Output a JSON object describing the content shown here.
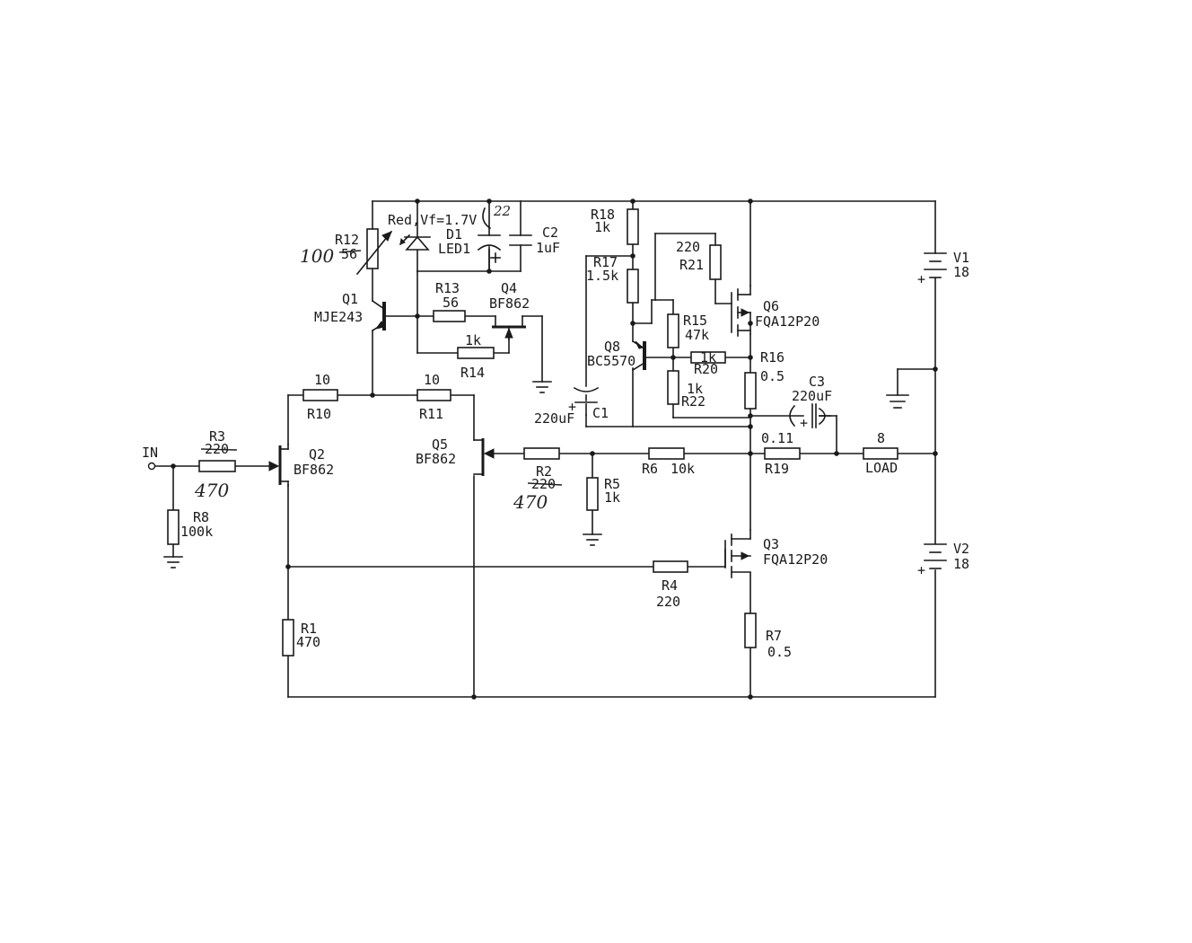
{
  "labels": {
    "in": "IN",
    "r12_name": "R12",
    "r12_orig": "56",
    "r12_hand": "100",
    "d1_note": "Red,Vf=1.7V",
    "d1_name": "D1",
    "d1_type": "LED1",
    "hand_22": "22",
    "c2_name": "C2",
    "c2_val": "1uF",
    "q1_name": "Q1",
    "q1_type": "MJE243",
    "r13_name": "R13",
    "r13_val": "56",
    "q4_name": "Q4",
    "q4_type": "BF862",
    "r14_val": "1k",
    "r14_name": "R14",
    "r10_val": "10",
    "r10_name": "R10",
    "r11_val": "10",
    "r11_name": "R11",
    "r3_name": "R3",
    "r3_orig": "220",
    "r3_hand": "470",
    "q2_name": "Q2",
    "q2_type": "BF862",
    "q5_name": "Q5",
    "q5_type": "BF862",
    "r8_name": "R8",
    "r8_val": "100k",
    "r2_name": "R2",
    "r2_orig": "220",
    "r2_hand": "470",
    "r5_name": "R5",
    "r5_val": "1k",
    "r6_name": "R6",
    "r6_val": "10k",
    "r18_name": "R18",
    "r18_val": "1k",
    "r17_name": "R17",
    "r17_val": "1.5k",
    "q8_name": "Q8",
    "q8_type": "BC5570",
    "c1_val": "220uF",
    "c1_name": "C1",
    "r21_val": "220",
    "r21_name": "R21",
    "r15_name": "R15",
    "r15_val": "47k",
    "r20_val": "1k",
    "r20_name": "R20",
    "r22_val": "1k",
    "r22_name": "R22",
    "q6_name": "Q6",
    "q6_type": "FQA12P20",
    "r16_name": "R16",
    "r16_val": "0.5",
    "c3_name": "C3",
    "c3_val": "220uF",
    "r19_val": "0.11",
    "r19_name": "R19",
    "load_val": "8",
    "load_name": "LOAD",
    "v1_name": "V1",
    "v1_val": "18",
    "v2_name": "V2",
    "v2_val": "18",
    "q3_name": "Q3",
    "q3_type": "FQA12P20",
    "r4_name": "R4",
    "r4_val": "220",
    "r1_name": "R1",
    "r1_val": "470",
    "r7_name": "R7",
    "r7_val": "0.5"
  }
}
